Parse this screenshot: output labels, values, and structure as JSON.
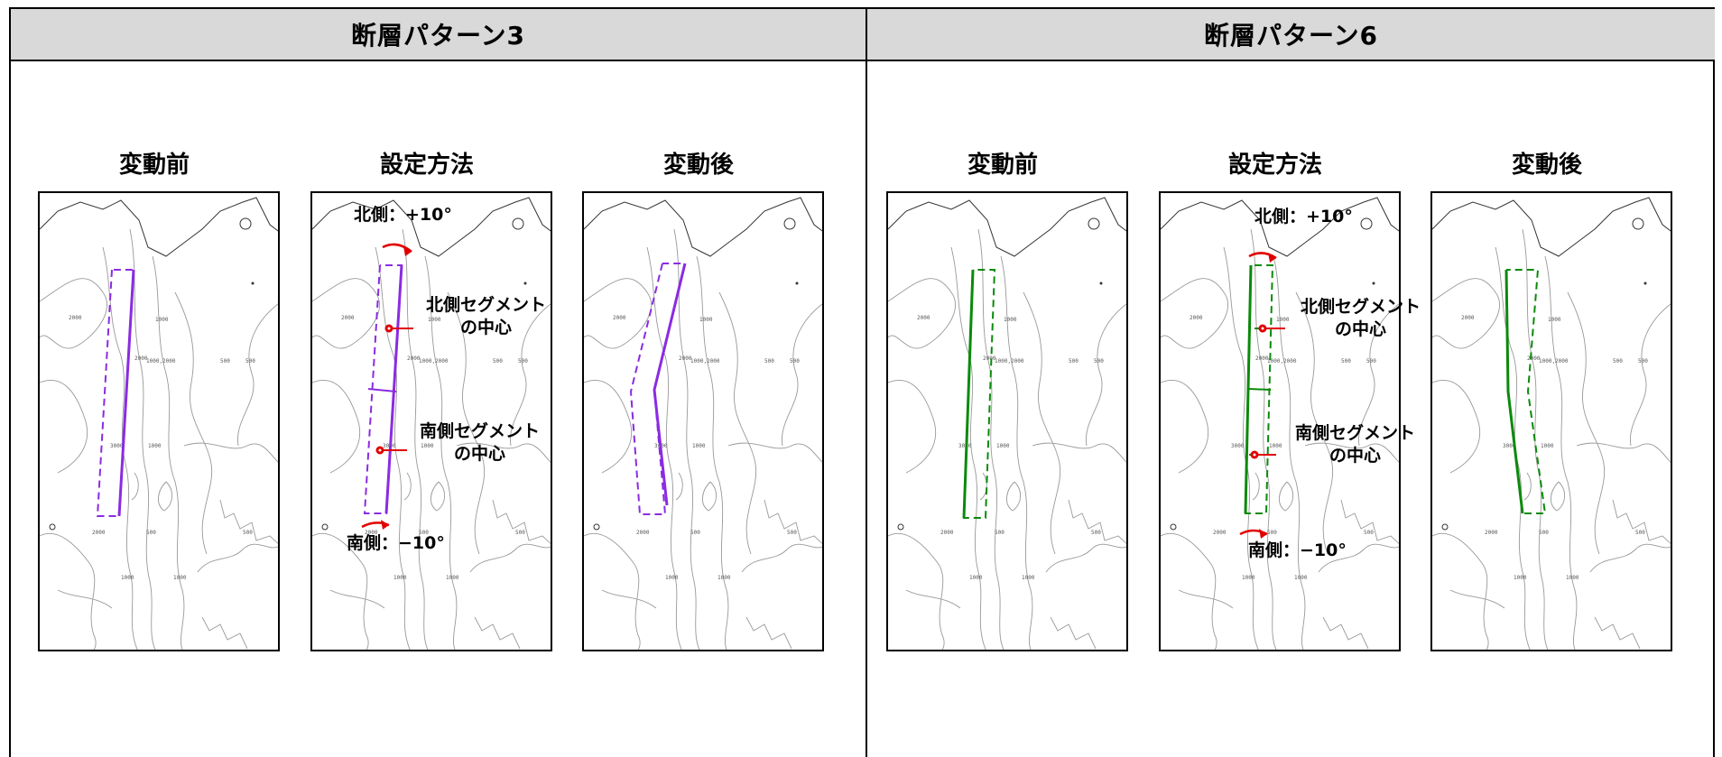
{
  "colors": {
    "pattern3": "#8a2be2",
    "pattern6": "#0a8a0a",
    "arrow": "#e00000",
    "contour": "#999999"
  },
  "left": {
    "title": "断層パターン3",
    "panels": {
      "before": "変動前",
      "method": "設定方法",
      "after": "変動後"
    },
    "annotations": {
      "north_rot": "北側：+10°",
      "south_rot": "南側：−10°",
      "north_center_1": "北側セグメント",
      "north_center_2": "の中心",
      "south_center_1": "南側セグメント",
      "south_center_2": "の中心"
    }
  },
  "right": {
    "title": "断層パターン6",
    "panels": {
      "before": "変動前",
      "method": "設定方法",
      "after": "変動後"
    },
    "annotations": {
      "north_rot": "北側：+10°",
      "south_rot": "南側：−10°",
      "north_center_1": "北側セグメント",
      "north_center_2": "の中心",
      "south_center_1": "南側セグメント",
      "south_center_2": "の中心"
    }
  },
  "contour_labels": [
    "2000",
    "1000",
    "2000",
    "1000,2000",
    "500",
    "500",
    "3000",
    "1000",
    "2000",
    "500",
    "500",
    "1000",
    "1000"
  ]
}
